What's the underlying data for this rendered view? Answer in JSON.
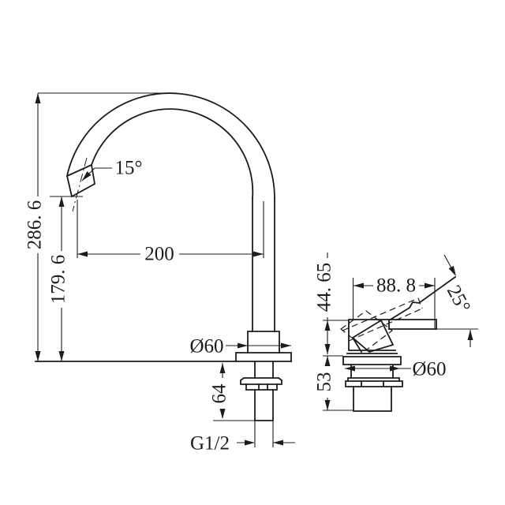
{
  "drawing": {
    "background": "#ffffff",
    "line_color": "#1c1c1c",
    "front_view": {
      "total_height": "286. 6",
      "outlet_height": "179. 6",
      "spout_reach": "200",
      "outlet_angle": "15°",
      "flange_diameter": "Ø60",
      "under_bench_length": "64",
      "thread_size": "G1/2"
    },
    "side_view": {
      "handle_reach": "88. 8",
      "handle_angle": "25°",
      "body_height": "44. 65",
      "flange_diameter": "Ø60",
      "under_bench_length": "53"
    }
  }
}
